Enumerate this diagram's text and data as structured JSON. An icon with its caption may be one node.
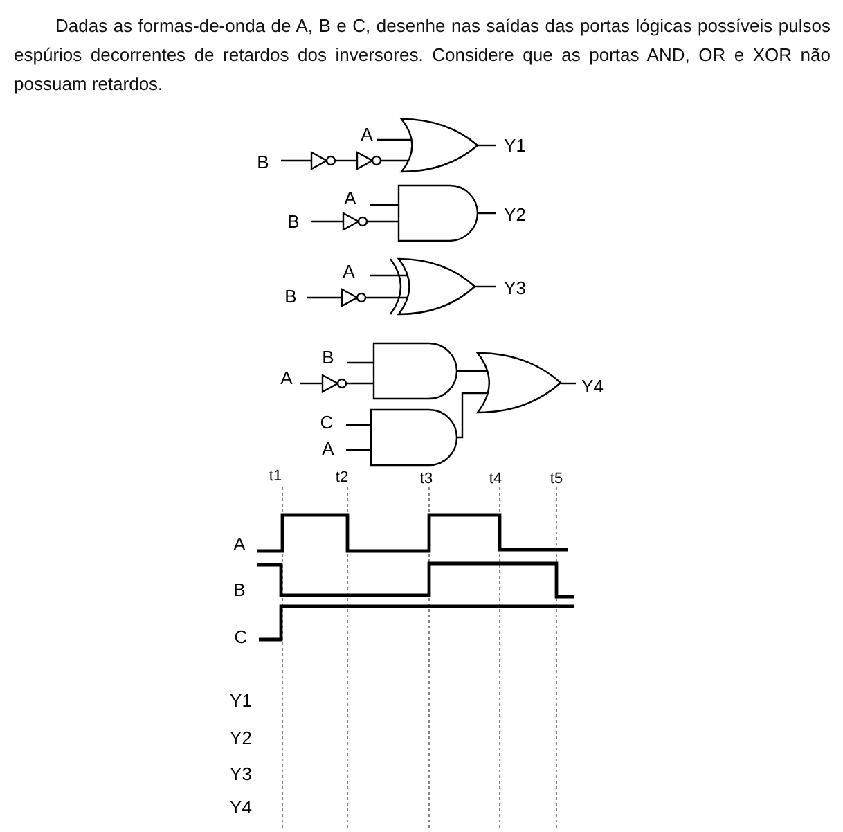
{
  "diagram": {
    "labels": [
      "Dadas as formas-de-onda de A, B e C, desenhe nas saídas das portas lógicas possíveis pulsos espúrios decorrentes de retardos dos inversores. Considere que as portas AND, OR e XOR não possuam retardos.",
      "A",
      "Y1",
      "B",
      "A",
      "B",
      "Y2",
      "A",
      "B",
      "Y3",
      "B",
      "A",
      "Y4",
      "C",
      "A",
      "t1",
      "t2",
      "t3",
      "t4",
      "t5",
      "A",
      "B",
      "C",
      "Y1",
      "Y2",
      "Y3",
      "Y4"
    ]
  }
}
